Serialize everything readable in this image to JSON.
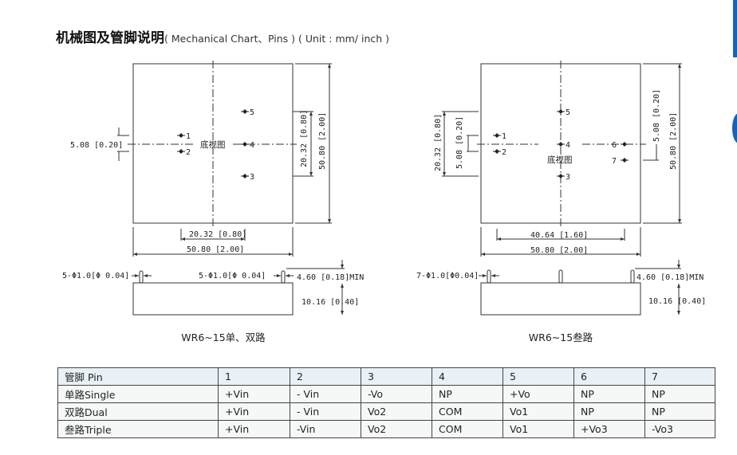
{
  "title": {
    "cn": "机械图及管脚说明",
    "en": "( Mechanical Chart、Pins ) ( Unit : mm/ inch )"
  },
  "left_drawing": {
    "view_label": "底视图",
    "pins": [
      "1",
      "2",
      "3",
      "4",
      "5"
    ],
    "dim_pin_pitch_v": "5.08 [0.20]",
    "dim_pin_span_v": "20.32 [0.80]",
    "dim_height": "50.80 [2.00]",
    "dim_pin_span_h": "20.32 [0.80]",
    "dim_width": "50.80 [2.00]",
    "pin_dia_left": "5-Φ1.0[Φ 0.04]",
    "pin_dia_right": "5-Φ1.0[Φ 0.04]",
    "pin_length": "4.60 [0.18]MIN",
    "body_height": "10.16 [0.40]",
    "caption": "WR6~15单、双路"
  },
  "right_drawing": {
    "view_label": "底视图",
    "pins": [
      "1",
      "2",
      "3",
      "4",
      "5",
      "6",
      "7"
    ],
    "dim_pin_span_v": "20.32 [0.80]",
    "dim_pin_pitch_left": "5.08 [0.20]",
    "dim_pin_pitch_right": "5.08 [0.20]",
    "dim_height": "50.80 [2.00]",
    "dim_pin_span_h": "40.64 [1.60]",
    "dim_width": "50.80 [2.00]",
    "pin_dia": "7-Φ1.0[Φ0.04]",
    "pin_length": "4.60 [0.18]MIN",
    "body_height": "10.16 [0.40]",
    "caption": "WR6~15叁路"
  },
  "pin_table": {
    "header": [
      "管脚 Pin",
      "1",
      "2",
      "3",
      "4",
      "5",
      "6",
      "7"
    ],
    "rows": [
      [
        "单路Single",
        "+Vin",
        "- Vin",
        "-Vo",
        "NP",
        "+Vo",
        "NP",
        "NP"
      ],
      [
        "双路Dual",
        "+Vin",
        "- Vin",
        "Vo2",
        "COM",
        "Vo1",
        "NP",
        "NP"
      ],
      [
        "叁路Triple",
        "+Vin",
        "-Vin",
        "Vo2",
        "COM",
        "Vo1",
        "+Vo3",
        "-Vo3"
      ]
    ]
  },
  "colors": {
    "accent": "#1a63b3"
  }
}
